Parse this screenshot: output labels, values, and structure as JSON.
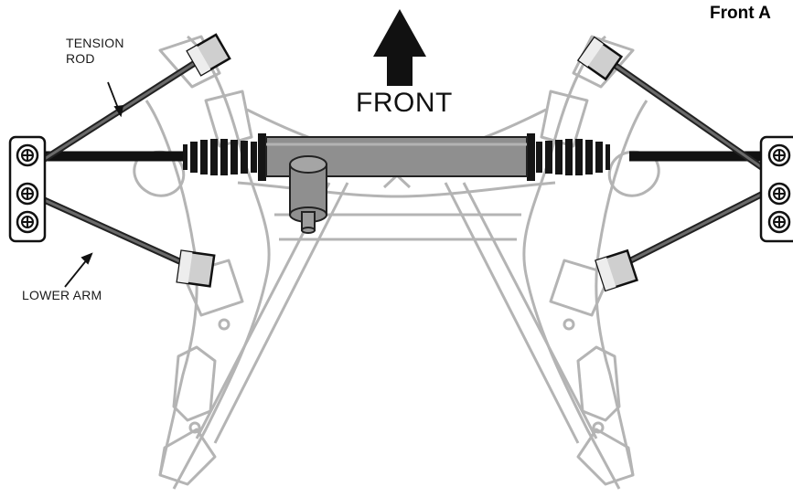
{
  "title": "Front A",
  "direction_label": "FRONT",
  "callouts": {
    "tension_rod": {
      "line1": "TENSION",
      "line2": "ROD"
    },
    "lower_arm": "LOWER ARM"
  },
  "icons": [
    "front-direction-arrow-icon",
    "bolt-icon",
    "bushing-icon",
    "cv-boot-icon"
  ],
  "colors": {
    "frame_outline": "#b8b8b8",
    "steering_rack": "#8f8f8f",
    "bushing": "#cfcfcf",
    "axle_shaft": "#111111",
    "rods": "#6a6a6a"
  }
}
